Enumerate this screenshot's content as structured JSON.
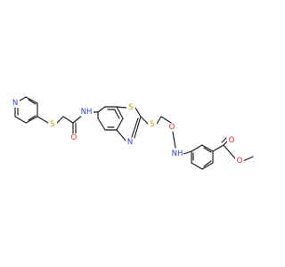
{
  "colors": {
    "bond": "#1a1a1a",
    "carbon": "#1a1a1a",
    "nitrogen": "#2f3fd0",
    "oxygen": "#e0301e",
    "sulfur": "#b8a400",
    "background": "#ffffff"
  },
  "atoms": [
    {
      "id": "n_pyridine",
      "label": "N",
      "element": "N"
    },
    {
      "id": "s_pyridyl_thio",
      "label": "S",
      "element": "S"
    },
    {
      "id": "o_amide_left",
      "label": "O",
      "element": "O"
    },
    {
      "id": "nh_amide_left",
      "label": "NH",
      "element": "N"
    },
    {
      "id": "s_thiazole",
      "label": "S",
      "element": "S"
    },
    {
      "id": "n_thiazole",
      "label": "N",
      "element": "N"
    },
    {
      "id": "s_thioether_right",
      "label": "S",
      "element": "S"
    },
    {
      "id": "o_amide_right",
      "label": "O",
      "element": "O"
    },
    {
      "id": "nh_amide_right",
      "label": "NH",
      "element": "N"
    },
    {
      "id": "o_ester_carbonyl",
      "label": "O",
      "element": "O"
    },
    {
      "id": "o_ester_methoxy",
      "label": "O",
      "element": "O"
    }
  ]
}
